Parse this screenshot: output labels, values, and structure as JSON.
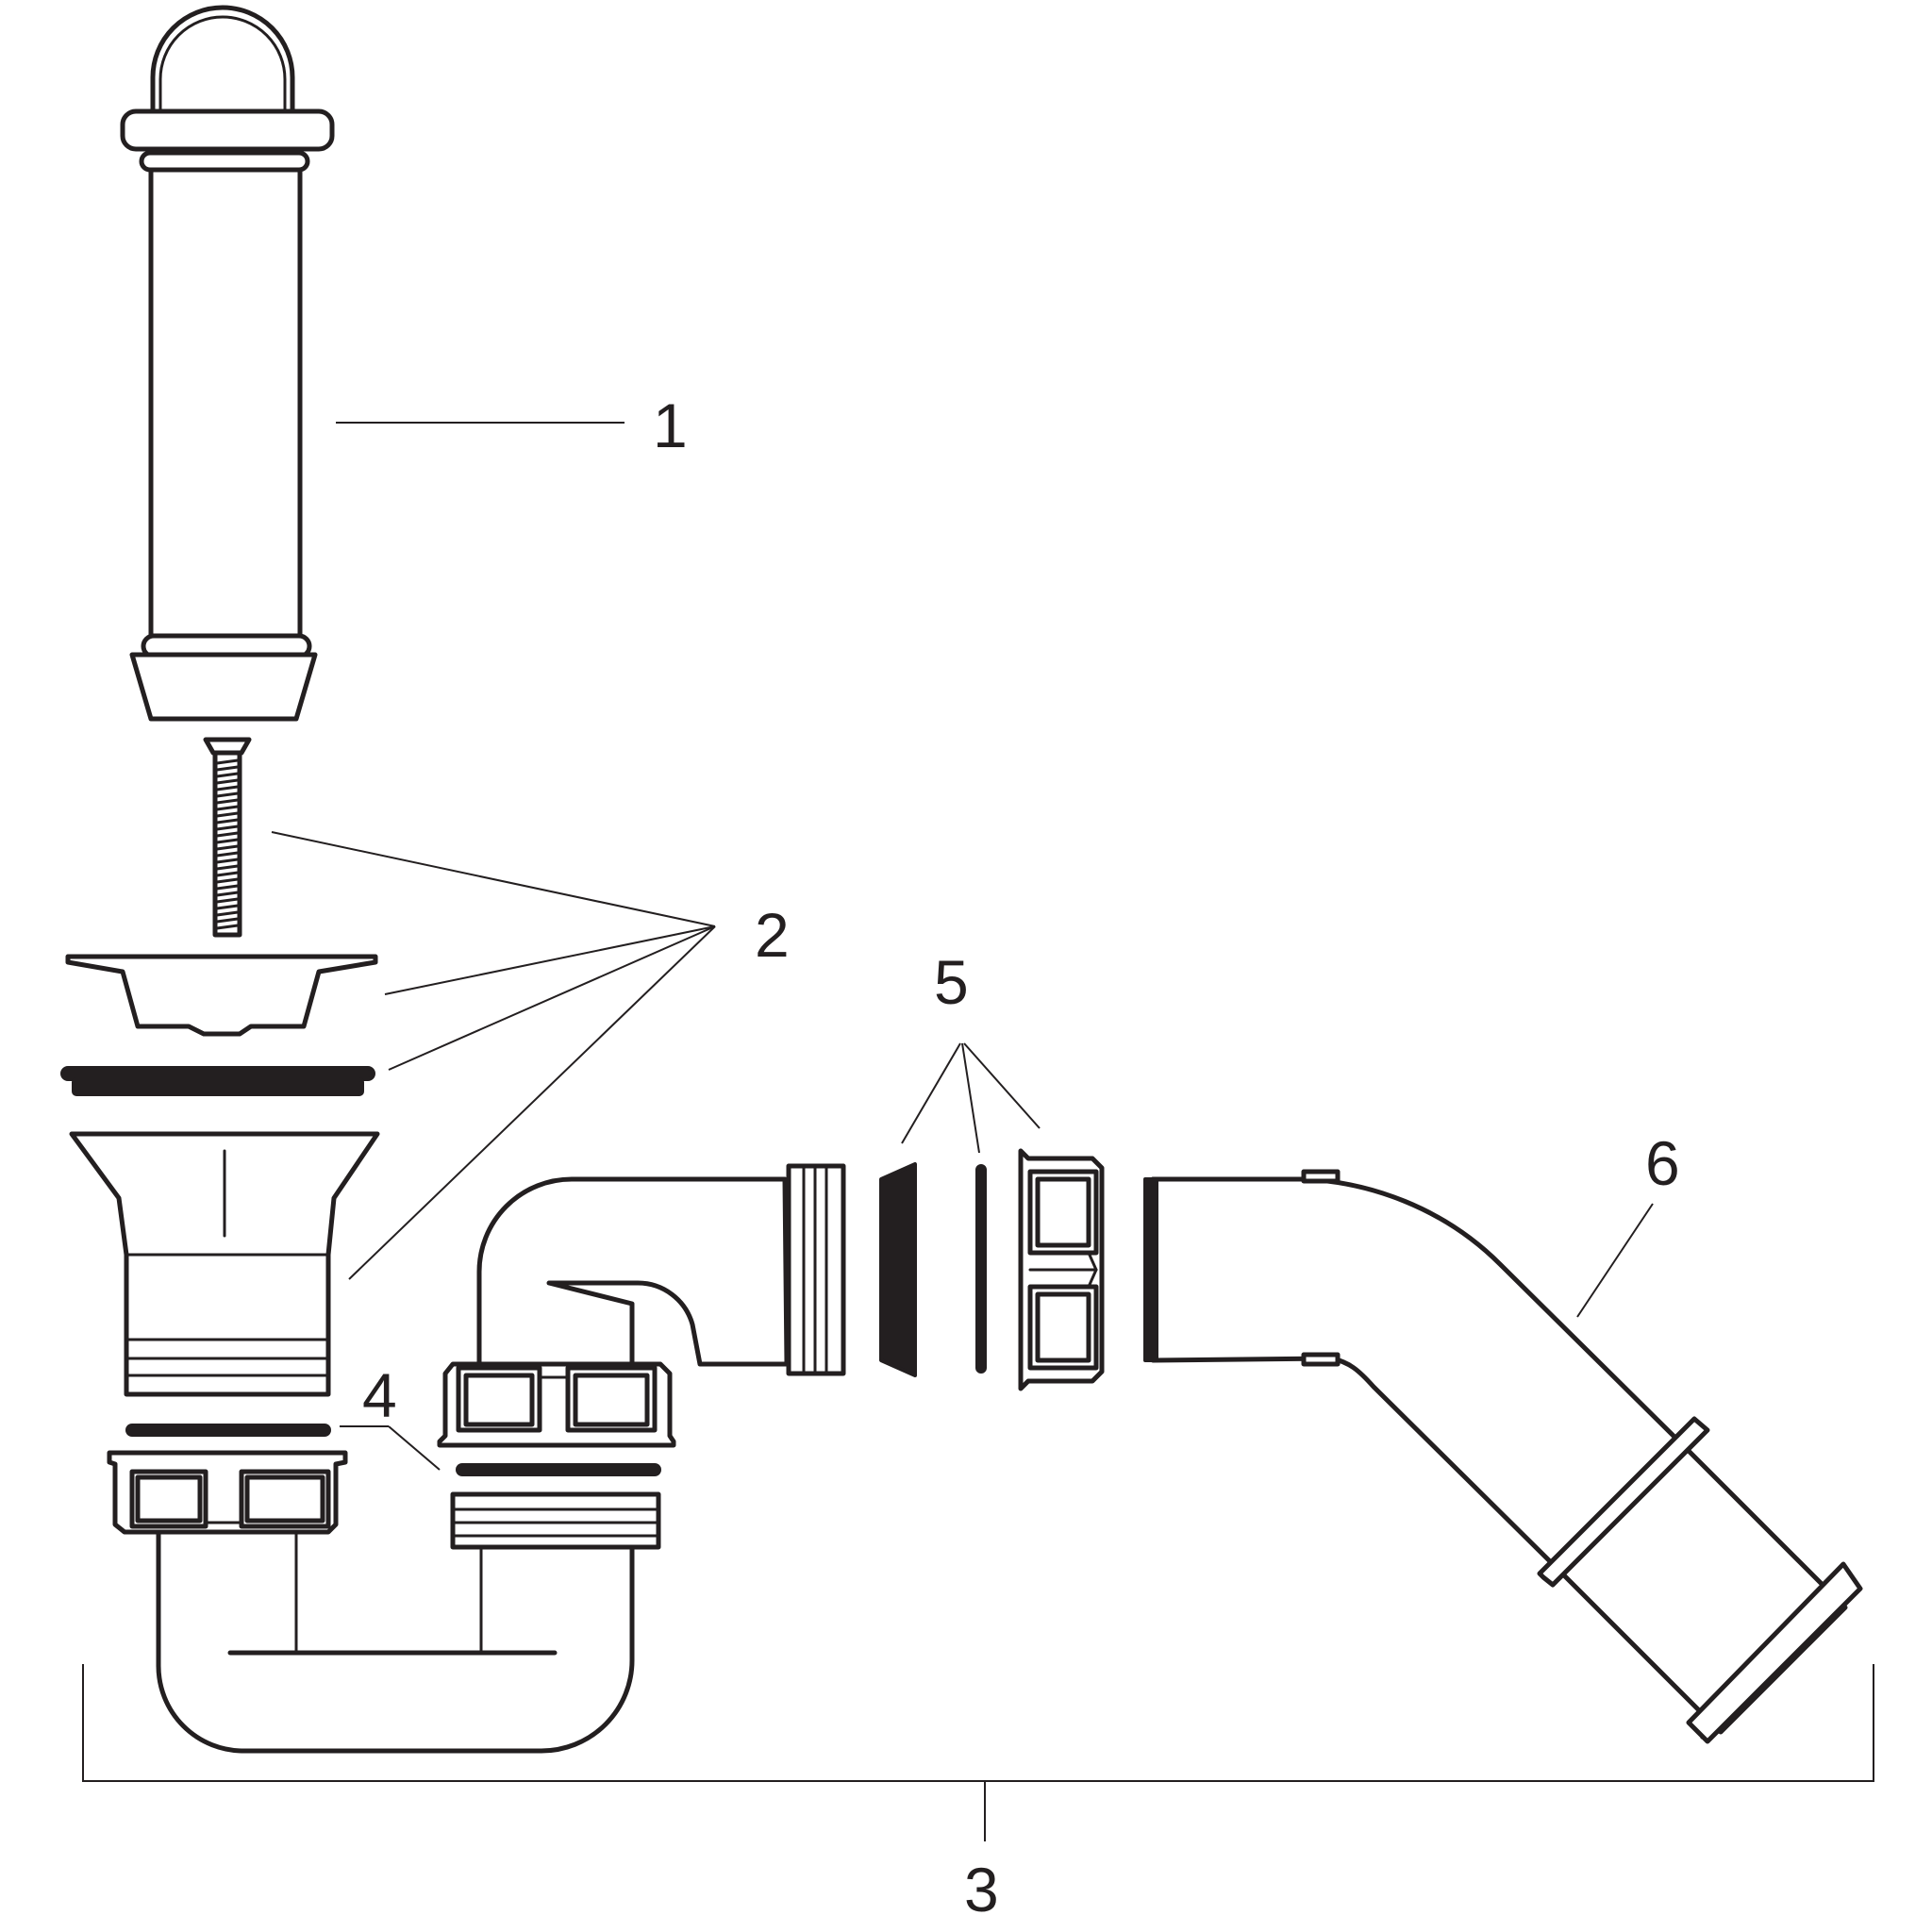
{
  "labels": {
    "part_1": "1",
    "part_2": "2",
    "part_3": "3",
    "part_4": "4",
    "part_5": "5",
    "part_6": "6"
  },
  "colors": {
    "line": "#231f20",
    "background": "#ffffff"
  }
}
